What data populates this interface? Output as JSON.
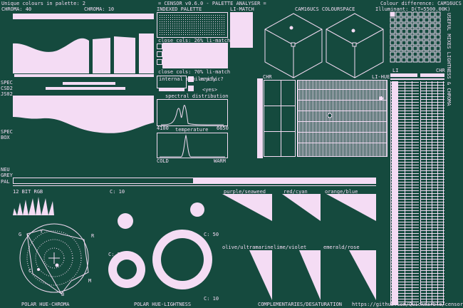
{
  "header": {
    "unique_colours": "Unique colours in palette: 2",
    "title": "= CENSOR v0.6.0 - PALETTE ANALYSER =",
    "colour_difference": "Colour difference: CAM16UCS",
    "illuminant": "Illuminant: D(T=5500.00K)"
  },
  "labels": {
    "chroma_40": "CHROMA: 40",
    "chroma_10": "CHROMA: 10",
    "indexed_palette": "INDEXED PALETTE",
    "li_match": "LI-MATCH",
    "colourspace": "CAM16UCS COLOURSPACE",
    "close_cols_li_match": "close cols: 26% li-match",
    "close_cols_li_match_2": "close cols: 70% li-match",
    "internal_similarity": "internal similarity",
    "acyclic": "acyclic?",
    "yes": "<yes>",
    "spectral_distribution": "spectral distribution",
    "wl_min": "4100",
    "wl_max": "6650",
    "temperature": "temperature",
    "cold": "COLD",
    "warm": "WARM",
    "chr_1": "CHR",
    "li_hue": "LI-HUE",
    "li": "LI",
    "chr_2": "CHR",
    "spec": "SPEC",
    "csd2": "CSD2",
    "js02": "JS02",
    "spec2": "SPEC",
    "box": "BOX",
    "neu": "NEU",
    "grey": "GREY",
    "pal": "PAL",
    "bit12": "12 BIT RGB",
    "c10": "C: 10",
    "c50a": "C: 50",
    "c50b": "C: 50",
    "c10b": "C: 10",
    "polar_hue_chroma": "POLAR HUE-CHROMA",
    "polar_hue_lightness": "POLAR HUE-LIGHTNESS",
    "complementaries": "COMPLEMENTARIES/DESATURATION",
    "purple_seaweed": "purple/seaweed",
    "red_cyan": "red/cyan",
    "orange_blue": "orange/blue",
    "olive_ultramarine": "olive/ultramarine",
    "lime_violet": "lime/violet",
    "emerald_rose": "emerald/rose",
    "github": "https://github.com/Quickmarble/censor",
    "vertical_metrics": "USEFUL MIXES  LIGHTNESS & CHROMA",
    "hue_g": "G",
    "hue_y": "Y",
    "hue_r": "R",
    "hue_m": "M",
    "hue_b": "B",
    "hue_c": "C"
  },
  "colors": {
    "background": "#154a3e",
    "foreground": "#f4dcf4"
  }
}
